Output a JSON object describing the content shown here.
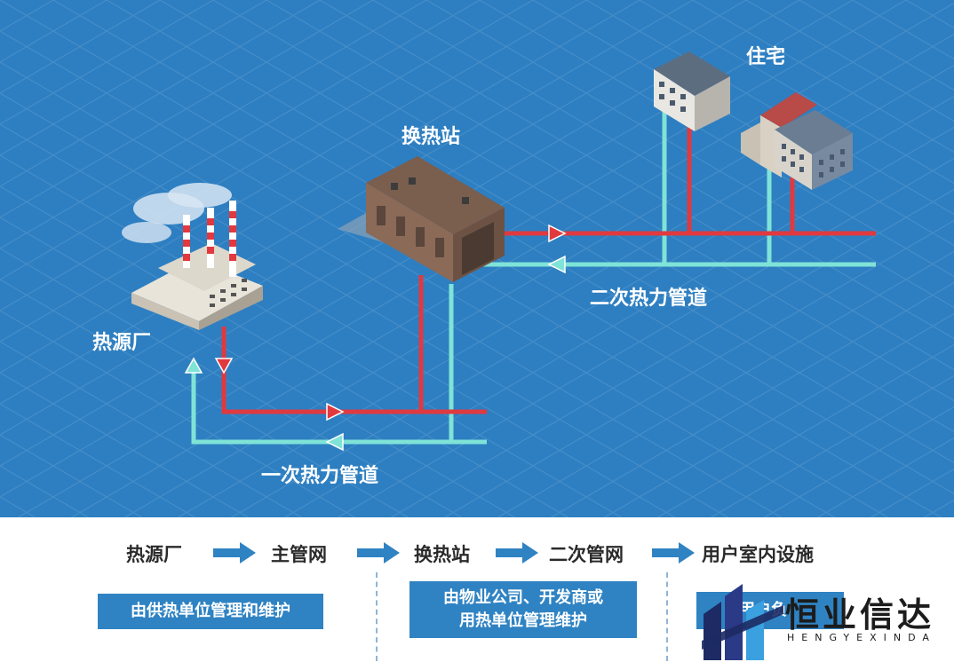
{
  "diagram": {
    "labels": {
      "heat_source": "热源厂",
      "exchange_station": "换热站",
      "residence": "住宅",
      "secondary_pipe": "二次热力管道",
      "primary_pipe": "一次热力管道"
    },
    "colors": {
      "background": "#2e7fc1",
      "supply_pipe": "#e0393f",
      "return_pipe": "#7fe3d8"
    }
  },
  "flow": {
    "steps": [
      "热源厂",
      "主管网",
      "换热站",
      "二次管网",
      "用户室内设施"
    ],
    "boxes": {
      "left": "由供热单位管理和维护",
      "middle_line1": "由物业公司、开发商或",
      "middle_line2": "用热单位管理维护",
      "right": "用户负"
    },
    "accent": "#2f83c3"
  },
  "logo": {
    "name": "恒业信达",
    "sub": "HENGYEXINDA"
  }
}
